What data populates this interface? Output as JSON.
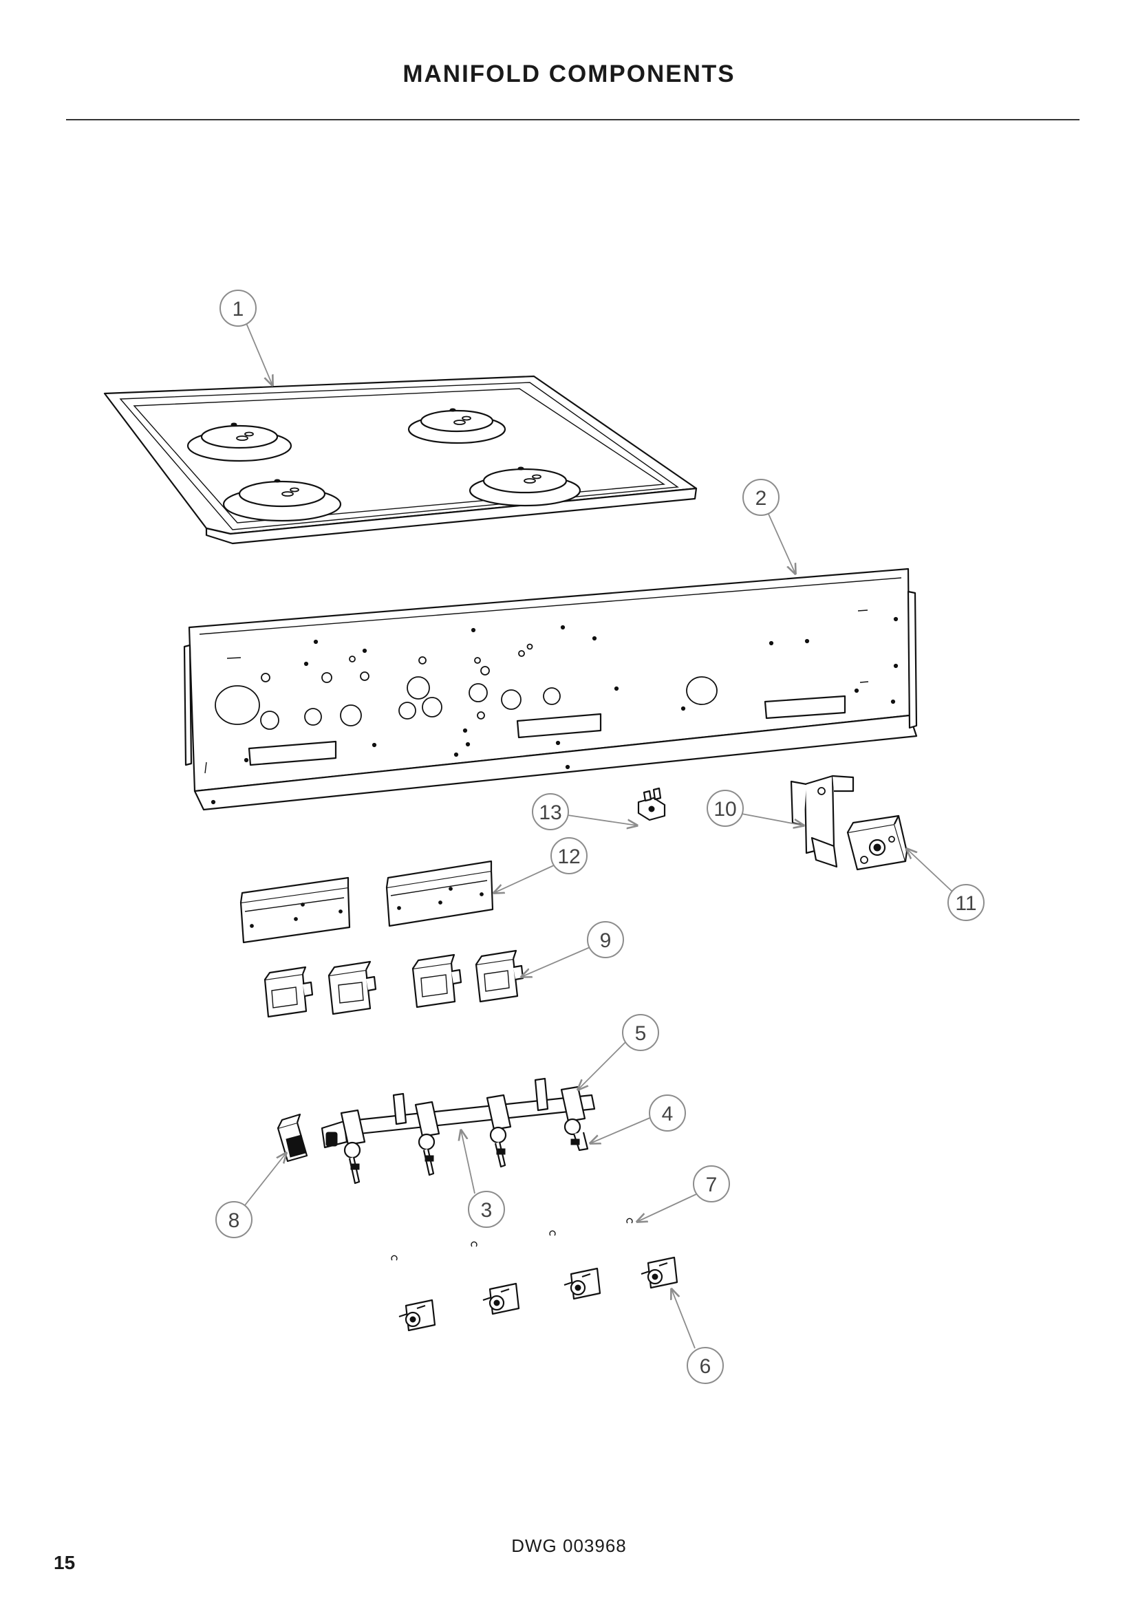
{
  "header": {
    "title": "MANIFOLD COMPONENTS"
  },
  "footer": {
    "page_number": "15",
    "drawing_number": "DWG 003968"
  },
  "callouts": [
    {
      "number": "1",
      "label": "1"
    },
    {
      "number": "2",
      "label": "2"
    },
    {
      "number": "3",
      "label": "3"
    },
    {
      "number": "4",
      "label": "4"
    },
    {
      "number": "5",
      "label": "5"
    },
    {
      "number": "6",
      "label": "6"
    },
    {
      "number": "7",
      "label": "7"
    },
    {
      "number": "8",
      "label": "8"
    },
    {
      "number": "9",
      "label": "9"
    },
    {
      "number": "10",
      "label": "10"
    },
    {
      "number": "11",
      "label": "11"
    },
    {
      "number": "12",
      "label": "12"
    },
    {
      "number": "13",
      "label": "13"
    }
  ],
  "colors": {
    "line": "#111111",
    "callout": "#8c8c8c",
    "background": "#ffffff"
  }
}
